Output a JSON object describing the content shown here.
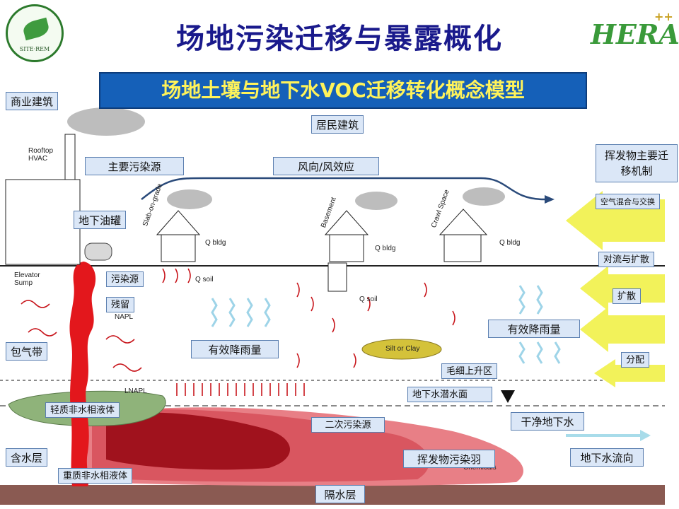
{
  "header": {
    "title": "场地污染迁移与暴露概化",
    "seal_text": "SITE·REM",
    "logo_text": "HERA",
    "logo_sup": "++"
  },
  "banner": "场地土壤与地下水VOC迁移转化概念模型",
  "labels": {
    "commercial": "商业建筑",
    "residential": "居民建筑",
    "main_source": "主要污染源",
    "wind": "风向/风效应",
    "volatile_mech": "挥发物主要迁移机制",
    "tank": "地下油罐",
    "source": "污染源",
    "residual": "残留",
    "vadose": "包气带",
    "rain1": "有效降雨量",
    "rain2": "有效降雨量",
    "capillary": "毛细上升区",
    "water_table": "地下水潜水面",
    "clean_gw": "干净地下水",
    "secondary": "二次污染源",
    "plume": "挥发物污染羽",
    "gw_flow": "地下水流向",
    "aquifer": "含水层",
    "lnapl_cn": "轻质非水相液体",
    "dnapl_cn": "重质非水相液体",
    "aquitard": "隔水层",
    "air_mix": "空气混合与交换",
    "advection": "对流与扩散",
    "diffusion": "扩散",
    "partition": "分配"
  },
  "diagram_text": {
    "rooftop": "Rooftop HVAC",
    "elevator": "Elevator Sump",
    "napl": "NAPL",
    "lnapl": "LNAPL",
    "slab": "Slab-on-grade",
    "basement": "Basement",
    "crawl": "Crawl Space",
    "qbldg": "Q bldg",
    "qsoil": "Q soil",
    "silt": "Silt or Clay",
    "chemicals": "Chemicals"
  },
  "colors": {
    "title": "#1a1a8c",
    "banner_bg": "#1560b8",
    "banner_text": "#fff35a",
    "label_bg": "#dbe7f7",
    "contam_red": "#e3171c",
    "plume_dark": "#a0121d",
    "plume_pink": "#e87f86",
    "wind_arrow": "#2a4a7a",
    "mech_arrow": "#f2f25a",
    "rain_arrow": "#9ed4e8",
    "lnapl_green": "#8fb37a",
    "silt": "#d4c23a",
    "aquitard": "#8a5a52"
  }
}
